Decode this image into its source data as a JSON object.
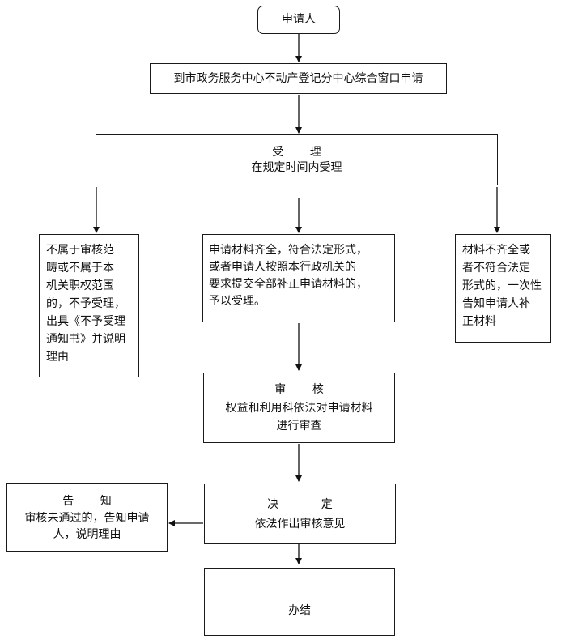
{
  "nodes": {
    "applicant": "申请人",
    "submit": "到市政务服务中心不动产登记分中心综合窗口申请",
    "accept_title": "受 理",
    "accept_desc": "在规定时间内受理",
    "reject": "不属于审核范\n畴或不属于本\n机关职权范围\n的，不予受理，\n出具《不予受理\n通知书》并说明\n理由",
    "accepted": "申请材料齐全，符合法定形式，\n或者申请人按照本行政机关的\n要求提交全部补正申请材料的，\n予以受理。",
    "incomplete": "材料不齐全或\n者不符合法定\n形式的，一次性\n告知申请人补\n正材料",
    "review_title": "审 核",
    "review_desc": "权益和利用科依法对申请材料\n进行审查",
    "decision_title": "决 定",
    "decision_desc": "依法作出审核意见",
    "notify_title": "告 知",
    "notify_desc": "审核未通过的，告知申请\n人，说明理由",
    "complete": "办结"
  }
}
